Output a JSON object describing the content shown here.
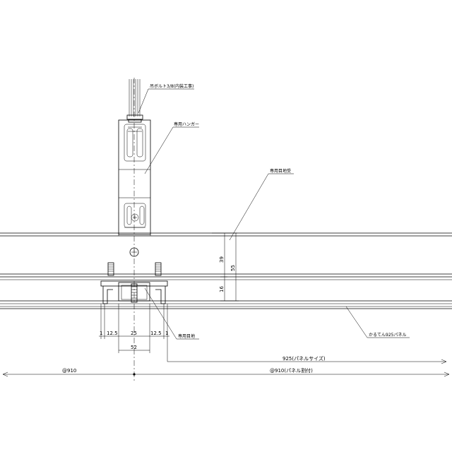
{
  "labels": {
    "hanging_bolt": "吊ボルト3/8(内装工事)",
    "dedicated_hanger": "専用ハンガー",
    "dedicated_joint_receiver": "専用目地受",
    "dedicated_joint": "専用目地",
    "panel": "かるてん925パネル"
  },
  "dimensions": {
    "height_39": "39",
    "height_55": "55",
    "height_16": "16",
    "d1_left": "1",
    "d12_5_left": "12.5",
    "d25": "25",
    "d12_5_right": "12.5",
    "d1_right": "1",
    "d52": "52",
    "panel_size": "925(パネルサイズ)",
    "pitch_left": "@910",
    "pitch_right": "@910(パネル割付)"
  }
}
